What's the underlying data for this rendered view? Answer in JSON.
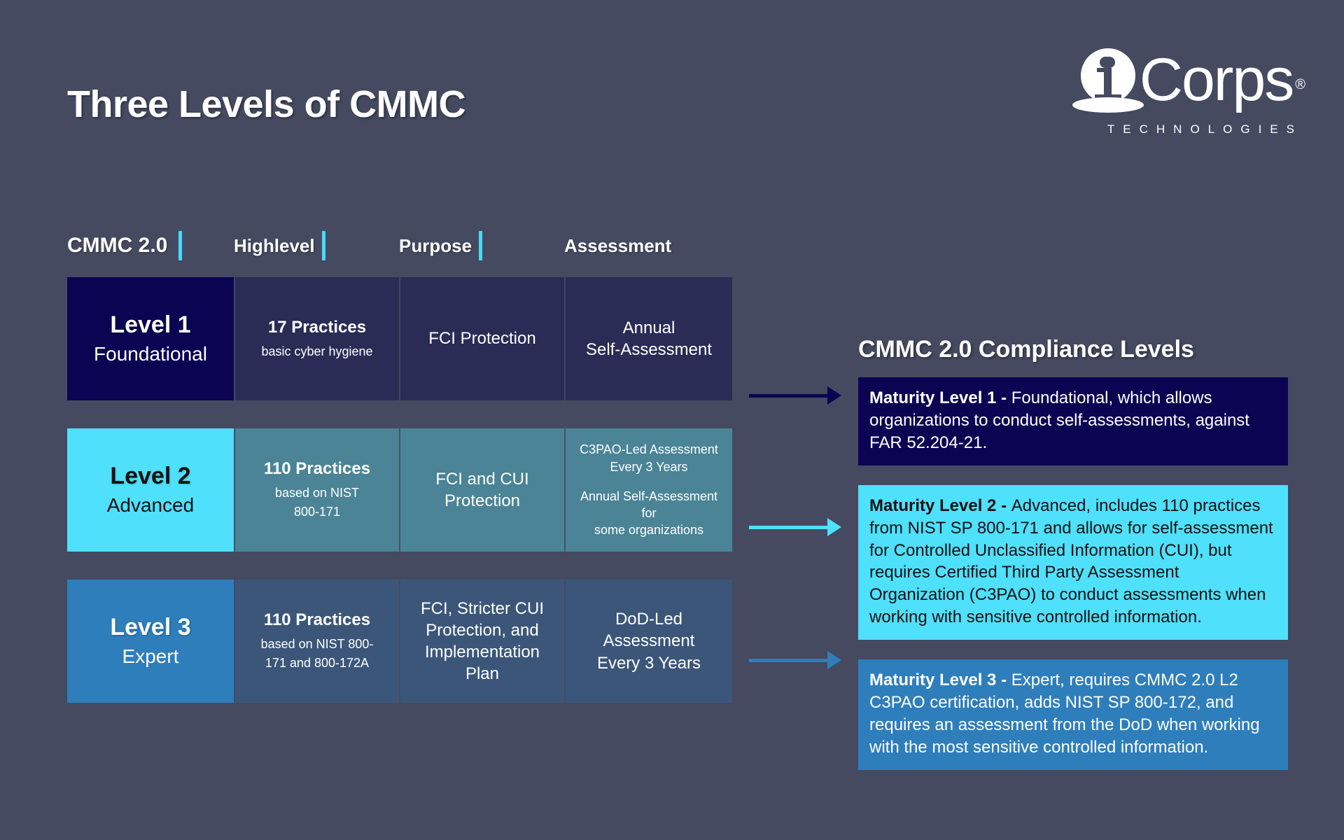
{
  "page": {
    "title": "Three Levels of CMMC",
    "background_color": "#454a60"
  },
  "logo": {
    "mark": "i-circle-icon",
    "wordmark": "Corps",
    "registered": "®",
    "tagline": "TECHNOLOGIES"
  },
  "table": {
    "headers": [
      {
        "label": "CMMC 2.0"
      },
      {
        "label": "Highlevel"
      },
      {
        "label": "Purpose"
      },
      {
        "label": "Assessment"
      }
    ],
    "divider_color": "#4ad9f5",
    "rows": [
      {
        "level": "Level 1",
        "descriptor": "Foundational",
        "accent_color": "#0a0452",
        "detail_color": "#2a2c56",
        "accent_text_color": "#ffffff",
        "practices_strong": "17 Practices",
        "practices_sub": "basic cyber hygiene",
        "purpose": "FCI Protection",
        "assessment_primary": "Annual\nSelf-Assessment",
        "assessment_secondary": ""
      },
      {
        "level": "Level 2",
        "descriptor": "Advanced",
        "accent_color": "#4fe0fb",
        "detail_color": "#4a8496",
        "accent_text_color": "#111111",
        "practices_strong": "110 Practices",
        "practices_sub": "based on NIST\n800-171",
        "purpose": "FCI and CUI\nProtection",
        "assessment_primary": "C3PAO-Led Assessment\nEvery 3 Years",
        "assessment_secondary": "Annual Self-Assessment for\nsome organizations"
      },
      {
        "level": "Level 3",
        "descriptor": "Expert",
        "accent_color": "#2e7ebc",
        "detail_color": "#3b5679",
        "accent_text_color": "#ffffff",
        "practices_strong": "110 Practices",
        "practices_sub": "based on NIST 800-\n171 and 800-172A",
        "purpose": "FCI, Stricter CUI\nProtection, and\nImplementation\nPlan",
        "assessment_primary": "DoD-Led\nAssessment\nEvery 3 Years",
        "assessment_secondary": ""
      }
    ]
  },
  "arrows": [
    {
      "color": "#0a0452"
    },
    {
      "color": "#4fe0fb"
    },
    {
      "color": "#2e7ebc"
    }
  ],
  "right_panel": {
    "title": "CMMC 2.0 Compliance Levels",
    "boxes": [
      {
        "label": "Maturity Level 1 - ",
        "body": "Foundational, which allows organizations to conduct self-assessments, against FAR 52.204-21.",
        "bg_color": "#0a0452",
        "text_color": "#ffffff"
      },
      {
        "label": "Maturity Level 2 - ",
        "body": "Advanced, includes 110 practices from NIST SP 800-171 and allows for self-assessment for Controlled Unclassified Information (CUI), but requires Certified Third Party Assessment Organization (C3PAO) to conduct assessments when working with sensitive controlled information.",
        "bg_color": "#4fe0fb",
        "text_color": "#111111"
      },
      {
        "label": "Maturity Level 3 - ",
        "body": "Expert, requires CMMC 2.0 L2 C3PAO certification, adds NIST SP 800-172, and requires an assessment from the DoD when working with the most sensitive controlled information.",
        "bg_color": "#2e7ebc",
        "text_color": "#ffffff"
      }
    ]
  }
}
